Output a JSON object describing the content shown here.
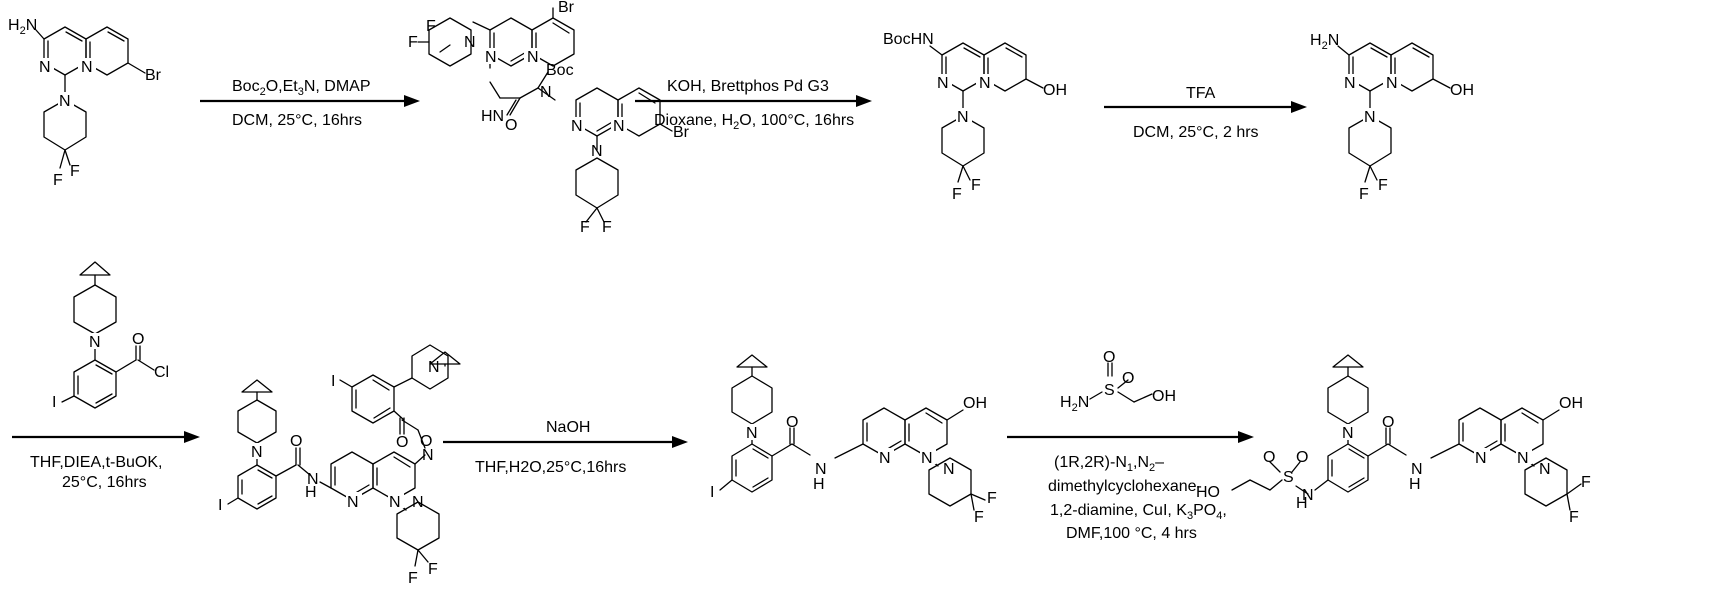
{
  "scheme": {
    "step1": {
      "above": [
        "Boc",
        "2",
        "O,Et",
        "3",
        "N, DMAP"
      ],
      "below": "DCM, 25°C, 16hrs"
    },
    "step2": {
      "above": "KOH, Brettphos Pd G3",
      "below": [
        "Dioxane, H",
        "2",
        "O, 100°C, 16hrs"
      ]
    },
    "step3": {
      "above": "TFA",
      "below": "DCM, 25°C, 2 hrs"
    },
    "step4": {
      "below1": "THF,DIEA,t-BuOK,",
      "below2": "25°C, 16hrs"
    },
    "step5": {
      "above": "NaOH",
      "below": "THF,H2O,25°C,16hrs"
    },
    "step6": {
      "below1": "(1R,2R)-N",
      "below1b": "1",
      "below1c": ",N",
      "below1d": "2",
      "below1e": "–",
      "below2": "dimethylcyclohexane-",
      "below3": "1,2-diamine, CuI, K",
      "below3b": "3",
      "below3c": "PO",
      "below3d": "4",
      "below3e": ",",
      "below4": "DMF,100 °C, 4 hrs"
    }
  },
  "labels": {
    "H2N": "H",
    "H2N_sub": "2",
    "N_letter": "N",
    "Br": "Br",
    "F": "F",
    "OH": "OH",
    "HO": "HO",
    "BocHN": "BocHN",
    "Boc": "Boc",
    "HN": "HN",
    "H": "H",
    "O": "O",
    "Cl": "Cl",
    "I": "I",
    "S": "S"
  }
}
